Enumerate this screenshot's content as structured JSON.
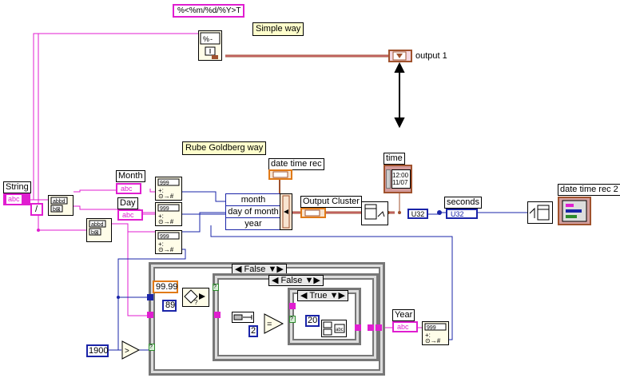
{
  "labels": {
    "format_string": "%<%m/%d/%Y>T",
    "simple_way": "Simple way",
    "output1": "output 1",
    "rube_goldberg": "Rube Goldberg way",
    "string": "String",
    "month": "Month",
    "day": "Day",
    "date_time_rec": "date time rec",
    "time": "time",
    "time_value": "12:00\n11/07",
    "output_cluster": "Output Cluster",
    "seconds": "seconds",
    "date_time_rec2": "date time rec 2",
    "year": "Year",
    "slash": "/",
    "abc": "abc",
    "u32": "U32"
  },
  "bundle_fields": [
    "month",
    "day of month",
    "year"
  ],
  "constants": {
    "c9999": "99.99",
    "c89": "89",
    "c2": "2",
    "c20": "20",
    "c1900": "1900"
  },
  "cases": {
    "outer": "False",
    "middle": "False",
    "inner": "True"
  },
  "colors": {
    "string_wire": "#e01ed0",
    "numeric_wire": "#1a24a8",
    "cluster_wire": "#a0522d",
    "double_wire": "#e07a18",
    "frame_gray": "#777777",
    "label_yellow": "#ffffcc"
  }
}
